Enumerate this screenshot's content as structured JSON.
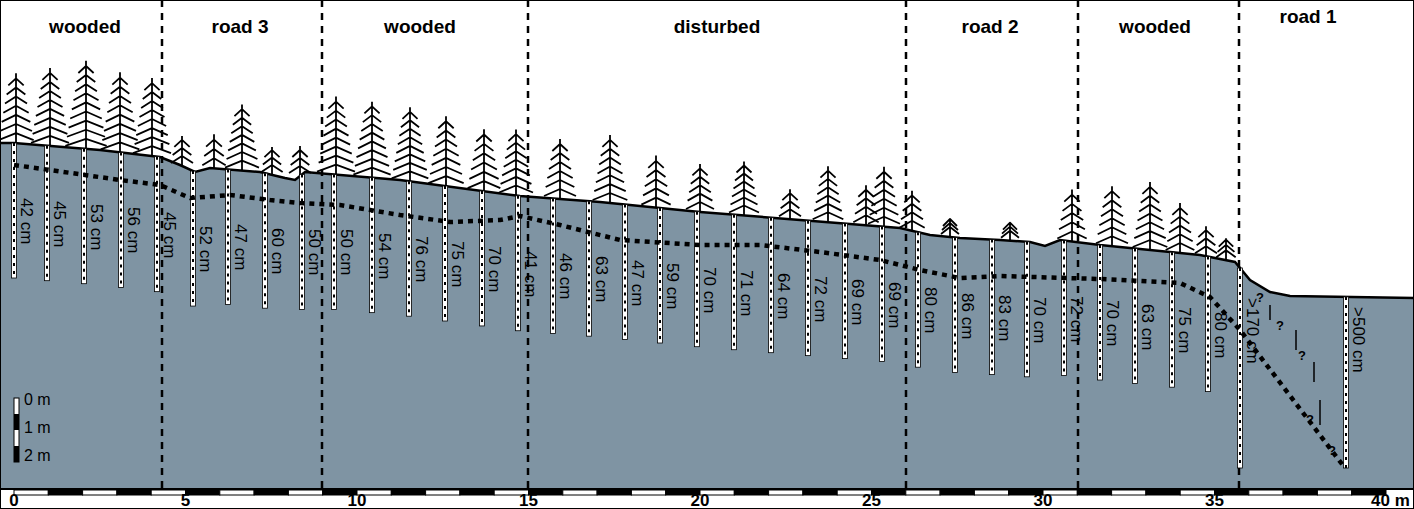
{
  "diagram": {
    "labels": [
      "wooded",
      "road 3",
      "wooded",
      "disturbed",
      "road 2",
      "wooded",
      "road 1",
      "42 cm",
      "45 cm",
      "53 cm",
      "56 cm",
      "45 cm",
      "52 cm",
      "47 cm",
      "60 cm",
      "50 cm",
      "50 cm",
      "54 cm",
      "76 cm",
      "75 cm",
      "70 cm",
      "41 cm",
      "46 cm",
      "63 cm",
      "47 cm",
      "59 cm",
      "70 cm",
      "71 cm",
      "64 cm",
      "72 cm",
      "69 cm",
      "69 cm",
      "80 cm",
      "86 cm",
      "83 cm",
      "70 cm",
      "72 cm",
      "70 cm",
      "63 cm",
      "75 cm",
      "80 cm",
      ">170 cm",
      ">500 cm",
      "?",
      "?",
      "?",
      "?",
      "?",
      "0 m",
      "1 m",
      "2 m",
      "0",
      "5",
      "10",
      "15",
      "20",
      "25",
      "30",
      "35",
      "40 m"
    ]
  }
}
